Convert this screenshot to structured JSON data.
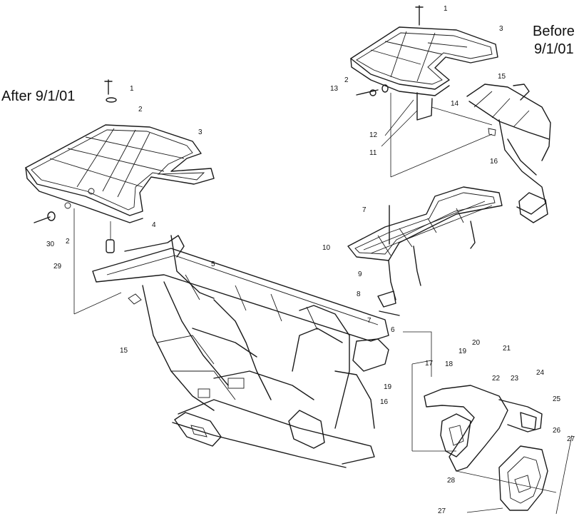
{
  "headings": {
    "after": "After 9/1/01",
    "before_line1": "Before",
    "before_line2": "9/1/01"
  },
  "callouts": [
    {
      "id": "c1a",
      "text": "1"
    },
    {
      "id": "c3a",
      "text": "3"
    },
    {
      "id": "c15a",
      "text": "15"
    },
    {
      "id": "c2a",
      "text": "2"
    },
    {
      "id": "c13",
      "text": "13"
    },
    {
      "id": "c14",
      "text": "14"
    },
    {
      "id": "c12",
      "text": "12"
    },
    {
      "id": "c16a",
      "text": "16"
    },
    {
      "id": "c11",
      "text": "11"
    },
    {
      "id": "c1b",
      "text": "1"
    },
    {
      "id": "c2b",
      "text": "2"
    },
    {
      "id": "c3b",
      "text": "3"
    },
    {
      "id": "c30",
      "text": "30"
    },
    {
      "id": "c2c",
      "text": "2"
    },
    {
      "id": "c4",
      "text": "4"
    },
    {
      "id": "c29",
      "text": "29"
    },
    {
      "id": "c5",
      "text": "5"
    },
    {
      "id": "c7a",
      "text": "7"
    },
    {
      "id": "c10",
      "text": "10"
    },
    {
      "id": "c9",
      "text": "9"
    },
    {
      "id": "c8",
      "text": "8"
    },
    {
      "id": "c7b",
      "text": "7"
    },
    {
      "id": "c15b",
      "text": "15"
    },
    {
      "id": "c6",
      "text": "6"
    },
    {
      "id": "c17",
      "text": "17"
    },
    {
      "id": "c19a",
      "text": "19"
    },
    {
      "id": "c16b",
      "text": "16"
    },
    {
      "id": "c18",
      "text": "18"
    },
    {
      "id": "c19b",
      "text": "19"
    },
    {
      "id": "c20",
      "text": "20"
    },
    {
      "id": "c21",
      "text": "21"
    },
    {
      "id": "c22",
      "text": "22"
    },
    {
      "id": "c23",
      "text": "23"
    },
    {
      "id": "c24",
      "text": "24"
    },
    {
      "id": "c25",
      "text": "25"
    },
    {
      "id": "c26",
      "text": "26"
    },
    {
      "id": "c27a",
      "text": "27"
    },
    {
      "id": "c28",
      "text": "28"
    },
    {
      "id": "c27b",
      "text": "27"
    }
  ]
}
